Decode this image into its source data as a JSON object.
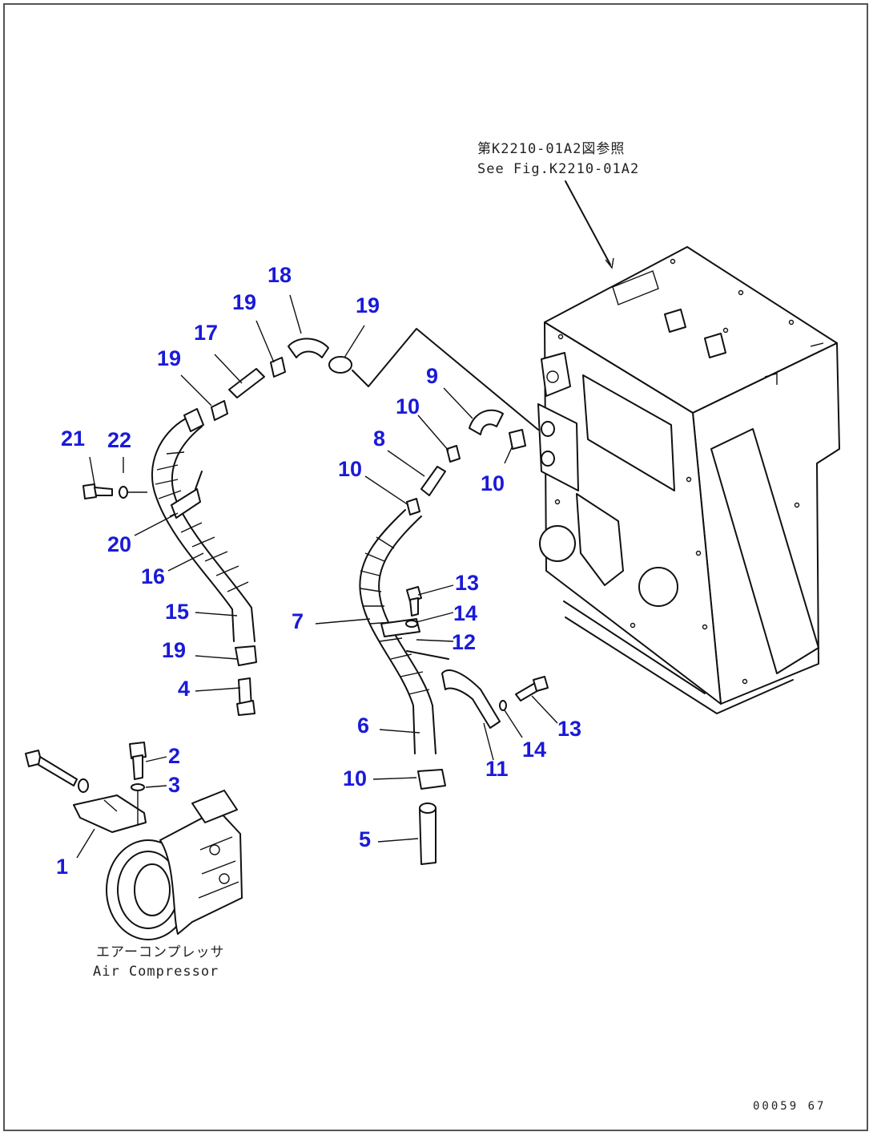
{
  "references": {
    "figure_jp": "第K2210-01A2図参照",
    "figure_en": "See Fig.K2210-01A2"
  },
  "compressor": {
    "label_jp": "エアーコンプレッサ",
    "label_en": "Air Compressor"
  },
  "drawing_code": "00059 67",
  "callouts": [
    {
      "id": "c18",
      "text": "18"
    },
    {
      "id": "c19a",
      "text": "19"
    },
    {
      "id": "c19b",
      "text": "19"
    },
    {
      "id": "c17",
      "text": "17"
    },
    {
      "id": "c19c",
      "text": "19"
    },
    {
      "id": "c9",
      "text": "9"
    },
    {
      "id": "c10a",
      "text": "10"
    },
    {
      "id": "c8",
      "text": "8"
    },
    {
      "id": "c21",
      "text": "21"
    },
    {
      "id": "c22",
      "text": "22"
    },
    {
      "id": "c10b",
      "text": "10"
    },
    {
      "id": "c10c",
      "text": "10"
    },
    {
      "id": "c20",
      "text": "20"
    },
    {
      "id": "c16",
      "text": "16"
    },
    {
      "id": "c13a",
      "text": "13"
    },
    {
      "id": "c15",
      "text": "15"
    },
    {
      "id": "c14a",
      "text": "14"
    },
    {
      "id": "c7",
      "text": "7"
    },
    {
      "id": "c12",
      "text": "12"
    },
    {
      "id": "c19d",
      "text": "19"
    },
    {
      "id": "c4",
      "text": "4"
    },
    {
      "id": "c13b",
      "text": "13"
    },
    {
      "id": "c6",
      "text": "6"
    },
    {
      "id": "c14b",
      "text": "14"
    },
    {
      "id": "c2",
      "text": "2"
    },
    {
      "id": "c11",
      "text": "11"
    },
    {
      "id": "c10d",
      "text": "10"
    },
    {
      "id": "c3",
      "text": "3"
    },
    {
      "id": "c5",
      "text": "5"
    },
    {
      "id": "c1",
      "text": "1"
    }
  ]
}
